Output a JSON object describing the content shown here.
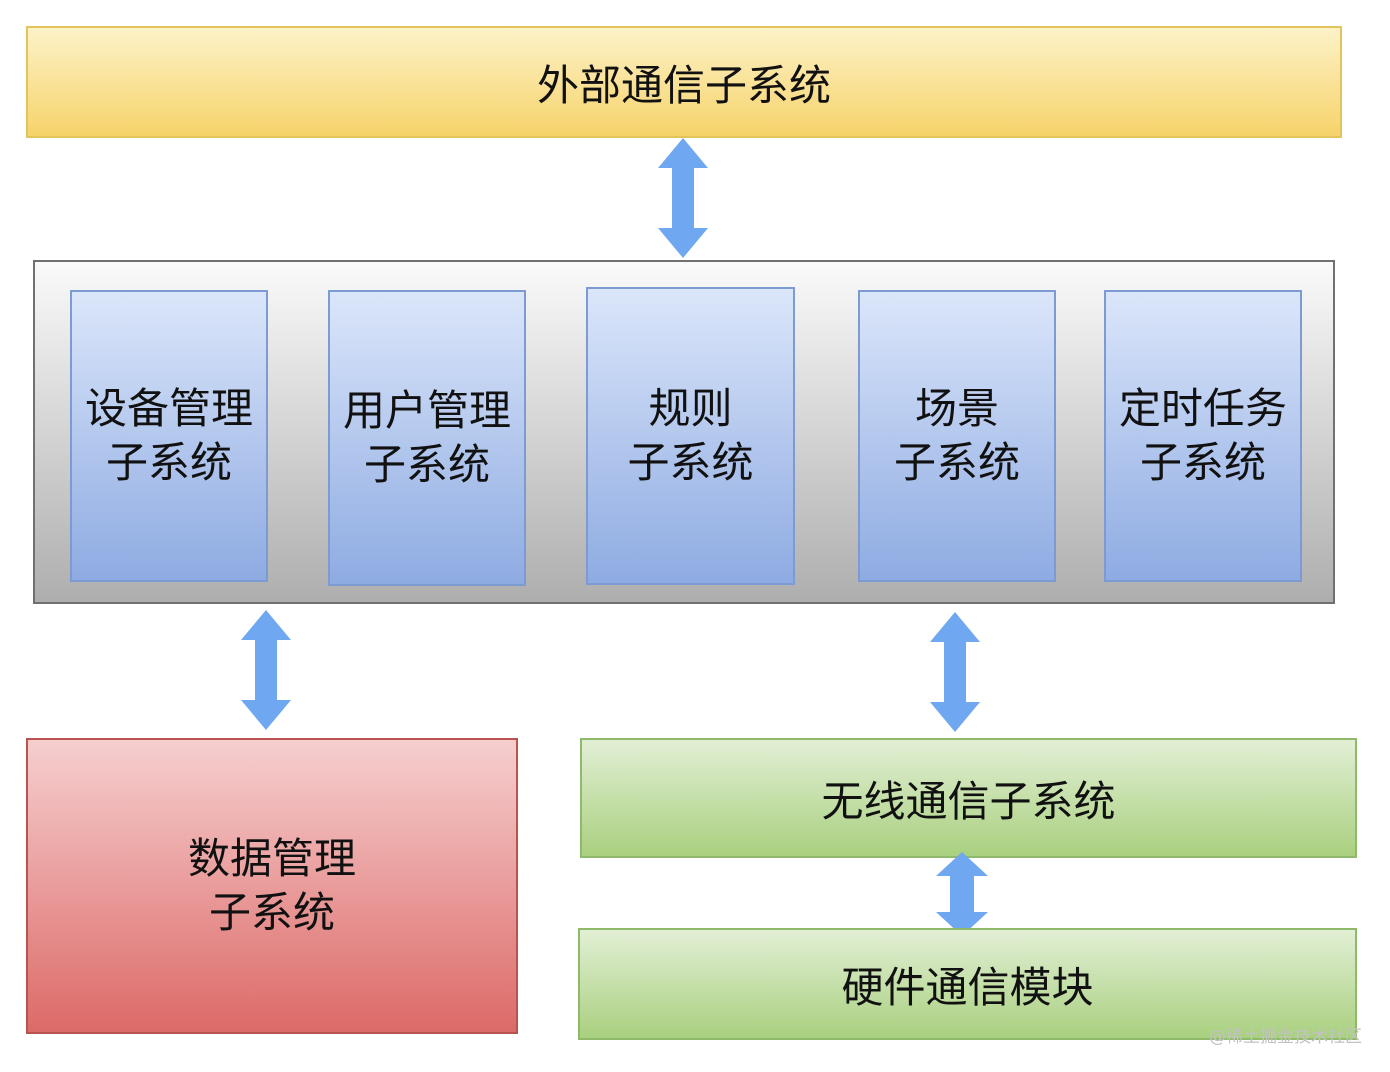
{
  "top_box": {
    "label": "外部通信子系统"
  },
  "modules": [
    {
      "line1": "设备管理",
      "line2": "子系统"
    },
    {
      "line1": "用户管理",
      "line2": "子系统"
    },
    {
      "line1": "规则",
      "line2": "子系统"
    },
    {
      "line1": "场景",
      "line2": "子系统"
    },
    {
      "line1": "定时任务",
      "line2": "子系统"
    }
  ],
  "data_box": {
    "line1": "数据管理",
    "line2": "子系统"
  },
  "wireless_box": {
    "label": "无线通信子系统"
  },
  "hardware_box": {
    "label": "硬件通信模块"
  },
  "watermark": "@稀土掘金技术社区",
  "colors": {
    "arrow": "#6fa8f0",
    "yellow_top": "#fdf2c8",
    "yellow_bottom": "#f6d36a",
    "blue_top": "#dbe6fa",
    "blue_bottom": "#8eabe2",
    "red_top": "#f6cfcf",
    "red_bottom": "#dc6a68",
    "green_top": "#e2efd5",
    "green_bottom": "#a9d07f",
    "gray_top": "#fafafa",
    "gray_bottom": "#aeaeae"
  }
}
